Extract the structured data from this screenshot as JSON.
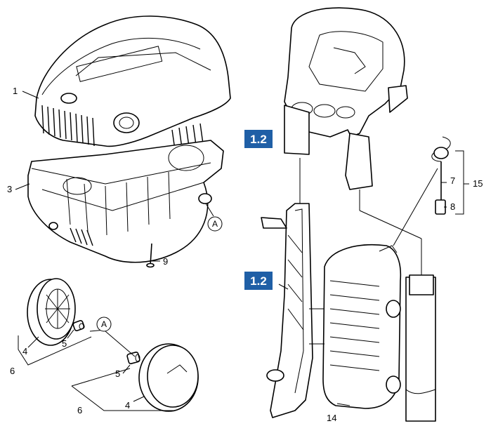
{
  "callouts": {
    "c1": "1",
    "c3": "3",
    "c9": "9",
    "c4a": "4",
    "c5a": "5",
    "c6a": "6",
    "c5b": "5",
    "c4b": "4",
    "c6b": "6",
    "c7": "7",
    "c8": "8",
    "c15": "15",
    "c14": "14"
  },
  "reference_marks": {
    "a1": "A",
    "a2": "A"
  },
  "badges": {
    "b1": "1.2",
    "b2": "1.2"
  },
  "colors": {
    "badge_fill": "#1f5fa6",
    "line": "#000000",
    "background": "#ffffff"
  }
}
